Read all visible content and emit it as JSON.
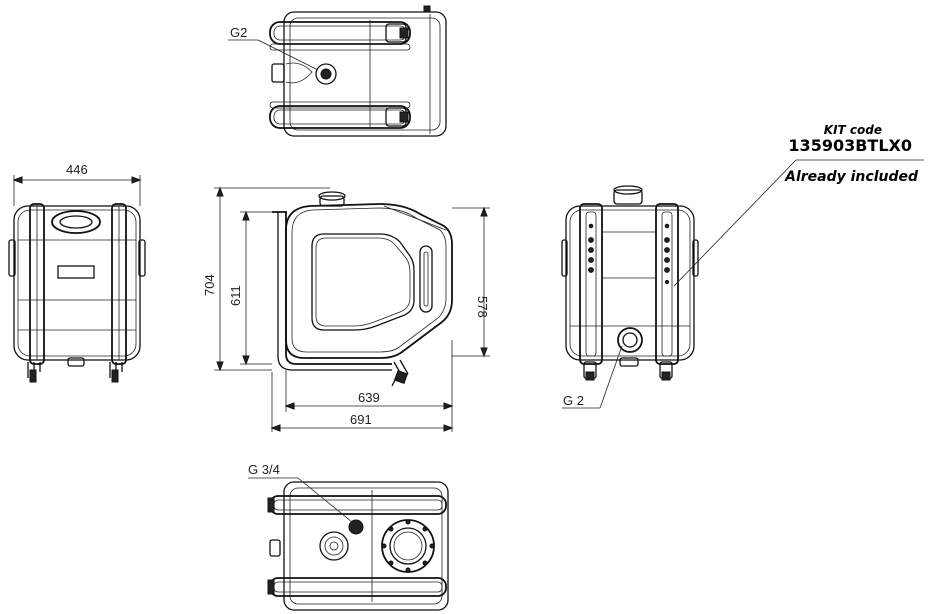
{
  "callouts": {
    "top_view_port": "G2",
    "right_view_port": "G 2",
    "bottom_view_port": "G 3/4"
  },
  "dimensions": {
    "left_width": "446",
    "front_height_total": "704",
    "front_height_body": "611",
    "front_height_right": "578",
    "front_width_body": "639",
    "front_width_total": "691"
  },
  "kit": {
    "label": "KIT code",
    "code": "135903BTLX0",
    "note": "Already included"
  }
}
